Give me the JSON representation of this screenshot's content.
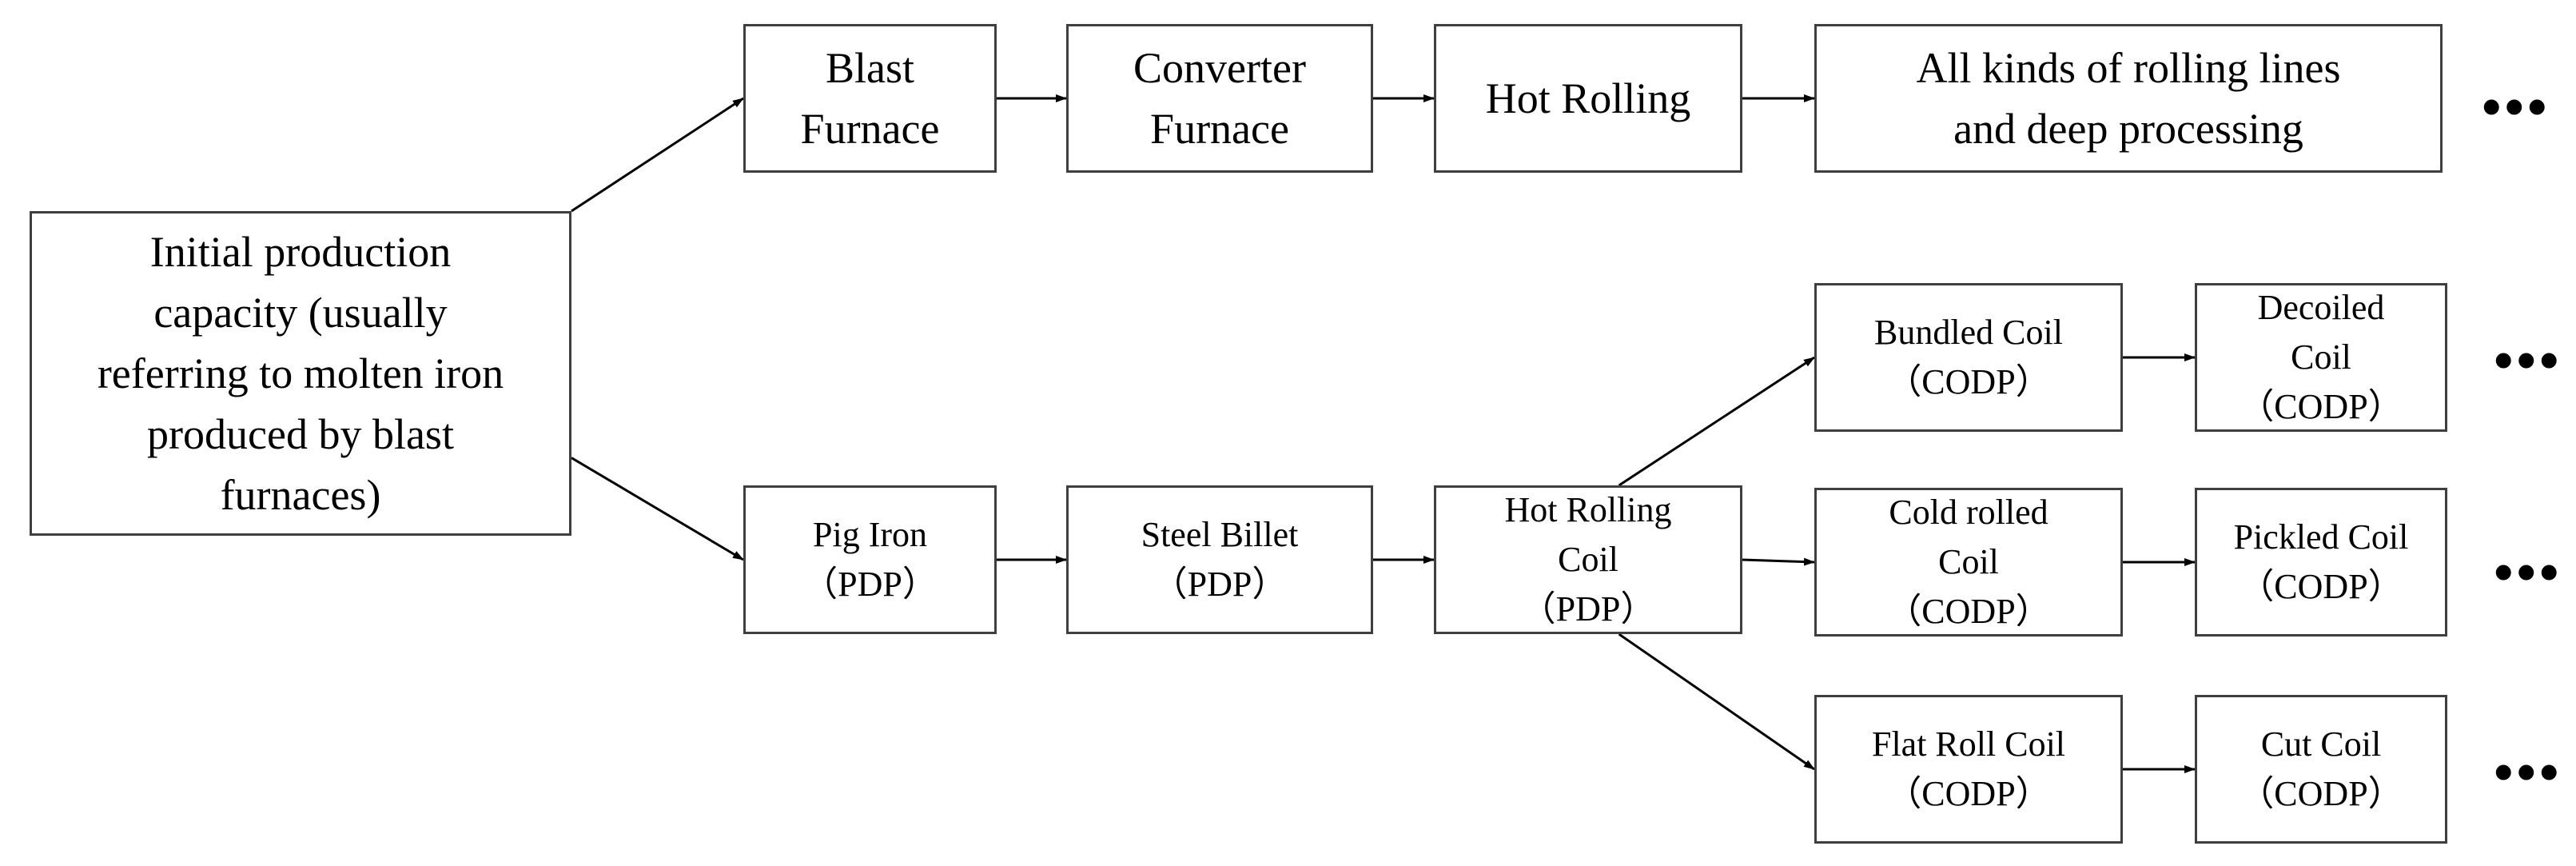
{
  "nodes": {
    "initial": [
      "Initial production",
      "capacity (usually",
      "referring to molten iron",
      "produced by blast",
      "furnaces)"
    ],
    "blast_furnace": [
      "Blast",
      "Furnace"
    ],
    "converter_furnace": [
      "Converter",
      "Furnace"
    ],
    "hot_rolling": [
      "Hot Rolling"
    ],
    "rolling_lines": [
      "All kinds of  rolling lines",
      "and deep processing"
    ],
    "pig_iron": [
      "Pig Iron",
      "（PDP）"
    ],
    "steel_billet": [
      "Steel Billet",
      "（PDP）"
    ],
    "hot_rolling_coil": [
      "Hot Rolling",
      "Coil",
      "（PDP）"
    ],
    "bundled_coil": [
      "Bundled Coil",
      "（CODP）"
    ],
    "cold_rolled_coil": [
      "Cold rolled",
      "Coil",
      "（CODP）"
    ],
    "flat_roll_coil": [
      "Flat Roll Coil",
      "（CODP）"
    ],
    "decoiled_coil": [
      "Decoiled",
      "Coil",
      "（CODP）"
    ],
    "pickled_coil": [
      "Pickled Coil",
      "（CODP）"
    ],
    "cut_coil": [
      "Cut Coil",
      "（CODP）"
    ]
  },
  "continuation": "•••",
  "edges": [
    [
      "initial",
      "blast_furnace"
    ],
    [
      "initial",
      "pig_iron"
    ],
    [
      "blast_furnace",
      "converter_furnace"
    ],
    [
      "converter_furnace",
      "hot_rolling"
    ],
    [
      "hot_rolling",
      "rolling_lines"
    ],
    [
      "pig_iron",
      "steel_billet"
    ],
    [
      "steel_billet",
      "hot_rolling_coil"
    ],
    [
      "hot_rolling_coil",
      "bundled_coil"
    ],
    [
      "hot_rolling_coil",
      "cold_rolled_coil"
    ],
    [
      "hot_rolling_coil",
      "flat_roll_coil"
    ],
    [
      "bundled_coil",
      "decoiled_coil"
    ],
    [
      "cold_rolled_coil",
      "pickled_coil"
    ],
    [
      "flat_roll_coil",
      "cut_coil"
    ]
  ],
  "colors": {
    "line": "#000000",
    "border": "#3f3f3f"
  }
}
